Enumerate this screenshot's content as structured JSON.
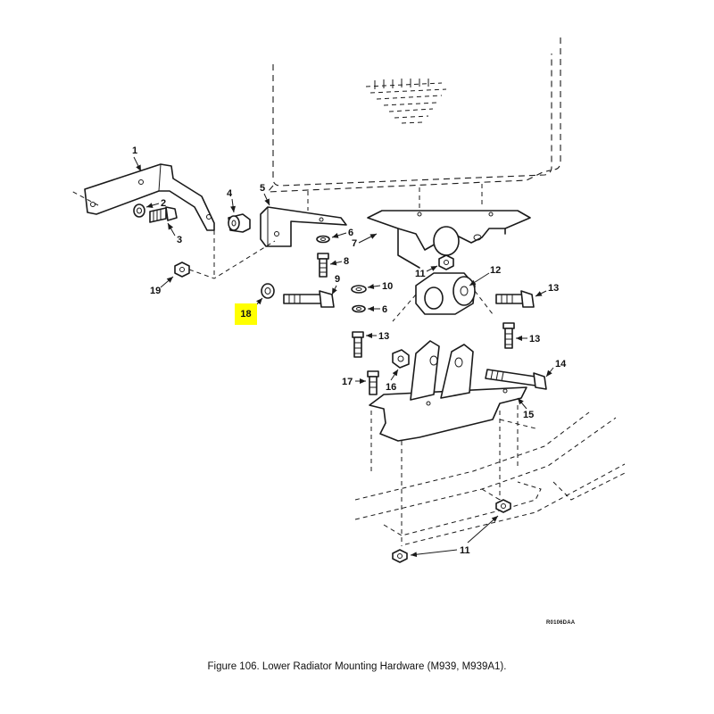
{
  "highlight_color": "#ffff00",
  "callouts": [
    "1",
    "2",
    "3",
    "4",
    "5",
    "6",
    "7",
    "8",
    "9",
    "10",
    "11",
    "12",
    "13",
    "14",
    "15",
    "16",
    "17",
    "18",
    "19"
  ],
  "highlighted_callout": "18",
  "figure_code": "R0106DAA",
  "caption": "Figure  106.    Lower Radiator Mounting Hardware (M939, M939A1)."
}
